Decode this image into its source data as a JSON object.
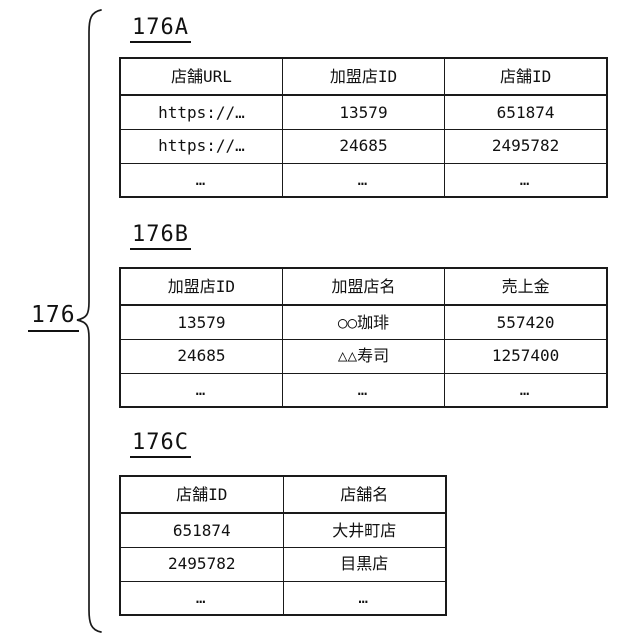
{
  "figure": {
    "group_label": "176",
    "colors": {
      "background": "#ffffff",
      "line": "#1a1a1a",
      "text": "#111111"
    },
    "tables": [
      {
        "label": "176A",
        "headers": [
          "店舗URL",
          "加盟店ID",
          "店舗ID"
        ],
        "rows": [
          [
            "https://…",
            "13579",
            "651874"
          ],
          [
            "https://…",
            "24685",
            "2495782"
          ],
          [
            "…",
            "…",
            "…"
          ]
        ]
      },
      {
        "label": "176B",
        "headers": [
          "加盟店ID",
          "加盟店名",
          "売上金"
        ],
        "rows": [
          [
            "13579",
            "○○珈琲",
            "557420"
          ],
          [
            "24685",
            "△△寿司",
            "1257400"
          ],
          [
            "…",
            "…",
            "…"
          ]
        ]
      },
      {
        "label": "176C",
        "headers": [
          "店舗ID",
          "店舗名"
        ],
        "rows": [
          [
            "651874",
            "大井町店"
          ],
          [
            "2495782",
            "目黒店"
          ],
          [
            "…",
            "…"
          ]
        ]
      }
    ]
  }
}
